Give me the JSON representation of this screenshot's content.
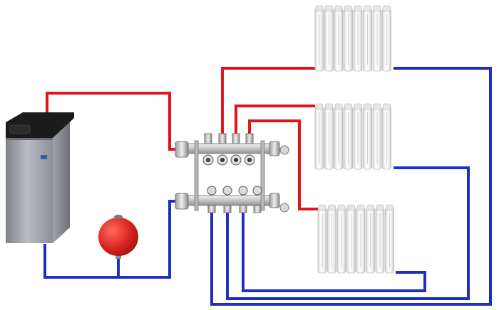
{
  "diagram": {
    "colors": {
      "supply": "#e3141b",
      "return": "#1f2fc4",
      "background": "#ffffff",
      "boiler_body": "#a9acb1",
      "boiler_panel": "#1a1a1a",
      "expansion_tank": "#d9241f",
      "radiator": "#f2f2f2",
      "manifold": "#c9c9c9"
    },
    "components": [
      {
        "id": "boiler",
        "kind": "floor-standing gas boiler",
        "icon": "boiler-icon"
      },
      {
        "id": "expansion_tank",
        "kind": "expansion vessel",
        "icon": "expansion-tank-icon"
      },
      {
        "id": "manifold",
        "kind": "distribution manifold, 4 supply + 4 return outlets",
        "icon": "manifold-icon"
      },
      {
        "id": "radiator_top",
        "kind": "radiator",
        "sections": 8,
        "icon": "radiator-icon"
      },
      {
        "id": "radiator_middle",
        "kind": "radiator",
        "sections": 8,
        "icon": "radiator-icon"
      },
      {
        "id": "radiator_bottom",
        "kind": "radiator",
        "sections": 8,
        "icon": "radiator-icon"
      }
    ],
    "pipes": [
      {
        "id": "boiler-supply",
        "type": "supply",
        "from": "boiler",
        "to": "manifold"
      },
      {
        "id": "boiler-return",
        "type": "return",
        "from": "manifold",
        "to": "boiler"
      },
      {
        "id": "tank-branch",
        "type": "return",
        "from": "expansion_tank",
        "to": "boiler-return"
      },
      {
        "id": "supply-top",
        "type": "supply",
        "from": "manifold",
        "to": "radiator_top"
      },
      {
        "id": "supply-middle",
        "type": "supply",
        "from": "manifold",
        "to": "radiator_middle"
      },
      {
        "id": "supply-bottom",
        "type": "supply",
        "from": "manifold",
        "to": "radiator_bottom"
      },
      {
        "id": "return-top",
        "type": "return",
        "from": "radiator_top",
        "to": "manifold"
      },
      {
        "id": "return-middle",
        "type": "return",
        "from": "radiator_middle",
        "to": "manifold"
      },
      {
        "id": "return-bottom",
        "type": "return",
        "from": "radiator_bottom",
        "to": "manifold"
      }
    ]
  }
}
